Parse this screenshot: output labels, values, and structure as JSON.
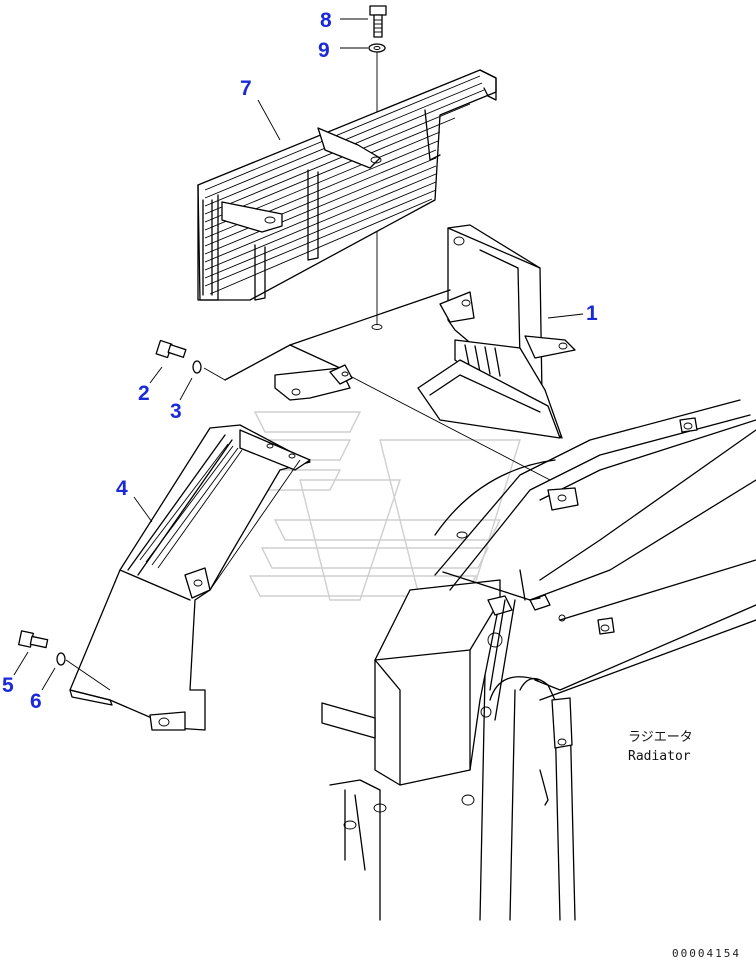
{
  "callouts": [
    {
      "id": "8",
      "label": "8"
    },
    {
      "id": "9",
      "label": "9"
    },
    {
      "id": "7",
      "label": "7"
    },
    {
      "id": "1",
      "label": "1"
    },
    {
      "id": "2",
      "label": "2"
    },
    {
      "id": "3",
      "label": "3"
    },
    {
      "id": "4",
      "label": "4"
    },
    {
      "id": "5",
      "label": "5"
    },
    {
      "id": "6",
      "label": "6"
    }
  ],
  "colors": {
    "callout": "#1a2ad8",
    "line": "#000000",
    "watermark": "#cfcfcf"
  },
  "radiator_label": {
    "jp": "ラジエータ",
    "en": "Radiator"
  },
  "reference_number": "00004154"
}
